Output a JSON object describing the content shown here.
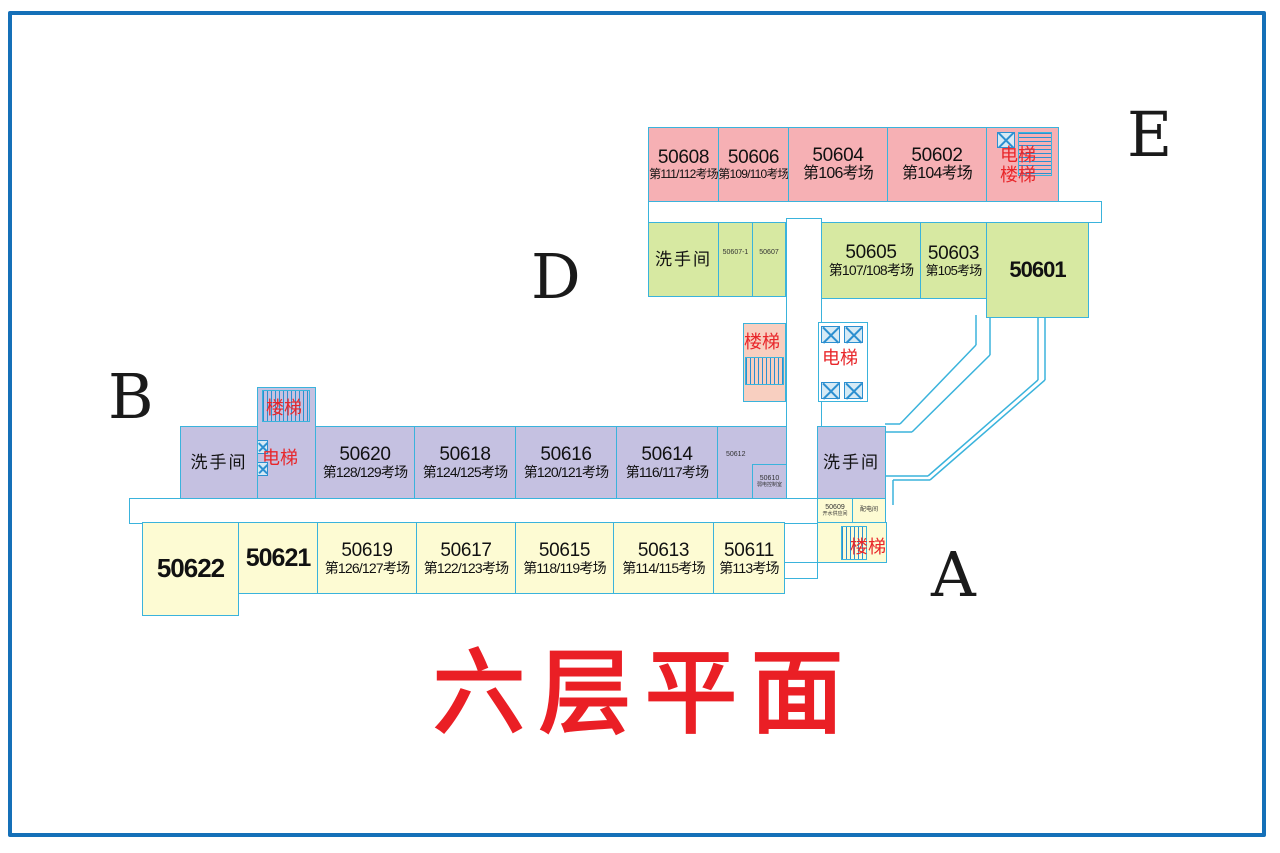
{
  "title": "六层平面",
  "wings": {
    "a": "A",
    "b": "B",
    "d": "D",
    "e": "E"
  },
  "labels": {
    "stairs": "楼梯",
    "elevator": "电梯",
    "washroom": "洗手间"
  },
  "rooms": {
    "r50608": {
      "number": "50608",
      "exam": "第111/112考场"
    },
    "r50606": {
      "number": "50606",
      "exam": "第109/110考场"
    },
    "r50604": {
      "number": "50604",
      "exam": "第106考场"
    },
    "r50602": {
      "number": "50602",
      "exam": "第104考场"
    },
    "r50607_1": {
      "number": "50607-1"
    },
    "r50607": {
      "number": "50607"
    },
    "r50605": {
      "number": "50605",
      "exam": "第107/108考场"
    },
    "r50603": {
      "number": "50603",
      "exam": "第105考场"
    },
    "r50601": {
      "number": "50601"
    },
    "r50620": {
      "number": "50620",
      "exam": "第128/129考场"
    },
    "r50618": {
      "number": "50618",
      "exam": "第124/125考场"
    },
    "r50616": {
      "number": "50616",
      "exam": "第120/121考场"
    },
    "r50614": {
      "number": "50614",
      "exam": "第116/117考场"
    },
    "r50612": {
      "number": "50612"
    },
    "r50610": {
      "number": "50610",
      "note": "弱电控制室"
    },
    "r50609": {
      "number": "50609",
      "note": "开水供应间"
    },
    "power_room": {
      "note": "配电间"
    },
    "r50622": {
      "number": "50622"
    },
    "r50621": {
      "number": "50621"
    },
    "r50619": {
      "number": "50619",
      "exam": "第126/127考场"
    },
    "r50617": {
      "number": "50617",
      "exam": "第122/123考场"
    },
    "r50615": {
      "number": "50615",
      "exam": "第118/119考场"
    },
    "r50613": {
      "number": "50613",
      "exam": "第114/115考场"
    },
    "r50611": {
      "number": "50611",
      "exam": "第113考场"
    }
  },
  "colors": {
    "frame": "#1570b8",
    "pink": "#f6b0b4",
    "green": "#d7e9a2",
    "purple": "#c5c1e1",
    "yellow": "#fdfbd3",
    "title": "#ea1f25",
    "outline": "#3ab3dc"
  }
}
